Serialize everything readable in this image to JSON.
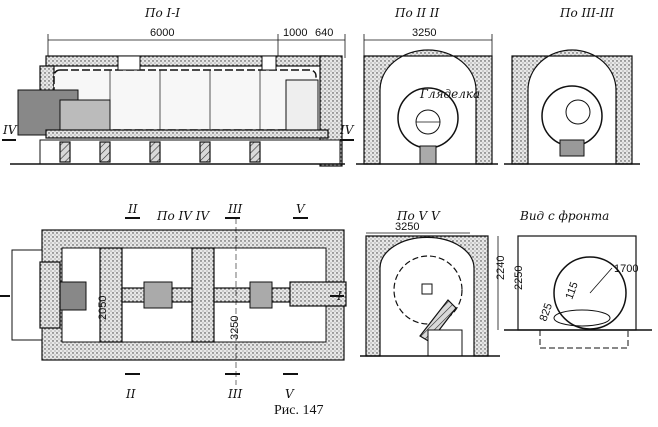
{
  "views": {
    "section_1": {
      "title": "По I-I"
    },
    "section_2": {
      "title": "По II II",
      "annotation": "Гляделка"
    },
    "section_3": {
      "title": "По III-III"
    },
    "plan": {
      "title": "По IV IV"
    },
    "section_5": {
      "title": "По V V"
    },
    "front": {
      "title": "Вид с фронта"
    }
  },
  "dimensions": {
    "length_6000": "6000",
    "d_1000": "1000",
    "d_640": "640",
    "width_3250_a": "3250",
    "width_3250_b": "3250",
    "plan_2050": "2050",
    "plan_3250": "3250",
    "h_2240": "2240",
    "h_2250": "2250",
    "r_1700": "1700",
    "d_825": "825",
    "d_115": "115"
  },
  "section_marks": {
    "I": "I",
    "II": "II",
    "III": "III",
    "IV": "IV",
    "V": "V"
  },
  "caption": "Рис. 147"
}
